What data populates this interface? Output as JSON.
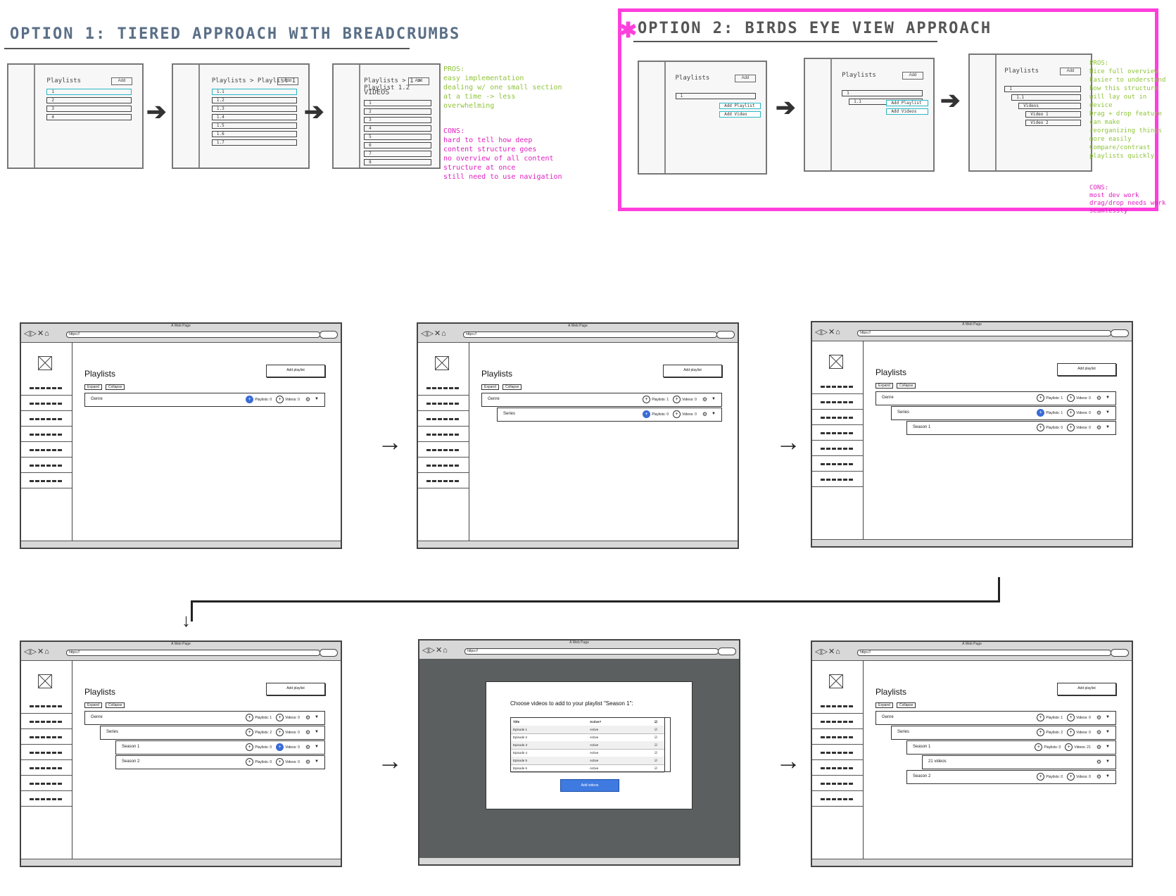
{
  "sketches": {
    "option1": {
      "title": "OPTION 1: TIERED APPROACH WITH BREADCRUMBS",
      "screens": [
        {
          "title": "Playlists",
          "button": "Add",
          "rows": [
            "1",
            "2",
            "3",
            "4"
          ]
        },
        {
          "title": "Playlists > Playlist 1",
          "button": "Add",
          "rows": [
            "1.1",
            "1.2",
            "1.3",
            "1.4",
            "1.5",
            "1.6",
            "1.7"
          ]
        },
        {
          "title": "Playlists > 1 > Playlist 1.2",
          "subtitle": "VIDEOS",
          "button": "Add",
          "rows": [
            "1",
            "2",
            "3",
            "4",
            "5",
            "6",
            "7",
            "8"
          ]
        }
      ],
      "pros_heading": "PROS:",
      "pros": [
        "easy implementation",
        "dealing w/ one small section at a time -> less overwhelming"
      ],
      "cons_heading": "CONS:",
      "cons": [
        "hard to tell how deep content structure goes",
        "no overview of all content structure at once",
        "still need to use navigation"
      ]
    },
    "option2": {
      "title": "OPTION 2: BIRDS EYE VIEW APPROACH",
      "screens": [
        {
          "title": "Playlists",
          "button": "Add",
          "rows": [
            "1"
          ],
          "menu": [
            "Add Playlist",
            "Add Video"
          ]
        },
        {
          "title": "Playlists",
          "button": "Add",
          "rows": [
            "1",
            "1.1"
          ],
          "menu": [
            "Add Playlist",
            "Add Videos"
          ]
        },
        {
          "title": "Playlists",
          "button": "Add",
          "rows": [
            "1",
            "1.1",
            "Videos",
            "Video 1",
            "Video 2"
          ]
        }
      ],
      "pros_heading": "PROS:",
      "pros": [
        "Nice full overview",
        "Easier to understand how this structure will lay out in device",
        "Drag + drop feature can make reorganizing things more easily",
        "Compare/contrast playlists quickly"
      ],
      "cons_heading": "CONS:",
      "cons": [
        "most dev work",
        "drag/drop needs work seamlessly"
      ]
    }
  },
  "wireframe": {
    "page_title": "A Web Page",
    "url": "https://",
    "heading": "Playlists",
    "add_button": "Add playlist",
    "expand": "Expand",
    "collapse": "Collapse"
  },
  "screens": [
    {
      "rows": [
        {
          "label": "Genre",
          "playlists": "Playlists: 0",
          "videos": "Videos: 0",
          "indent": 0,
          "active_plus": true
        }
      ]
    },
    {
      "rows": [
        {
          "label": "Genre",
          "playlists": "Playlists: 1",
          "videos": "Videos: 0",
          "indent": 0
        },
        {
          "label": "Series",
          "playlists": "Playlists: 0",
          "videos": "Videos: 0",
          "indent": 1,
          "active_plus": true
        }
      ]
    },
    {
      "rows": [
        {
          "label": "Genre",
          "playlists": "Playlists: 1",
          "videos": "Videos: 0",
          "indent": 0
        },
        {
          "label": "Series",
          "playlists": "Playlists: 1",
          "videos": "Videos: 0",
          "indent": 1,
          "active_plus": true
        },
        {
          "label": "Season 1",
          "playlists": "Playlists: 0",
          "videos": "Videos: 0",
          "indent": 2
        }
      ]
    },
    {
      "rows": [
        {
          "label": "Genre",
          "playlists": "Playlists: 1",
          "videos": "Videos: 0",
          "indent": 0
        },
        {
          "label": "Series",
          "playlists": "Playlists: 2",
          "videos": "Videos: 0",
          "indent": 1
        },
        {
          "label": "Season 1",
          "playlists": "Playlists: 0",
          "videos": "Videos: 0",
          "indent": 2,
          "active_videos": true
        },
        {
          "label": "Season 2",
          "playlists": "Playlists: 0",
          "videos": "Videos: 0",
          "indent": 2
        }
      ]
    },
    {
      "modal": {
        "title": "Choose videos to add to your playlist \"Season 1\":",
        "col_title": "Title",
        "col_active": "Active?",
        "rows": [
          {
            "title": "Episode 1",
            "active": "Active"
          },
          {
            "title": "Episode 2",
            "active": "Active"
          },
          {
            "title": "Episode 3",
            "active": "Active"
          },
          {
            "title": "Episode 4",
            "active": "Active"
          },
          {
            "title": "Episode 5",
            "active": "Active"
          },
          {
            "title": "Episode 6",
            "active": "Active"
          }
        ],
        "button": "Add videos"
      }
    },
    {
      "rows": [
        {
          "label": "Genre",
          "playlists": "Playlists: 1",
          "videos": "Videos: 0",
          "indent": 0
        },
        {
          "label": "Series",
          "playlists": "Playlists: 2",
          "videos": "Videos: 0",
          "indent": 1
        },
        {
          "label": "Season 1",
          "playlists": "Playlists: 0",
          "videos": "Videos: 21",
          "indent": 2
        },
        {
          "label": "21 videos",
          "indent": 3,
          "videos_only": true
        },
        {
          "label": "Season 2",
          "playlists": "Playlists: 0",
          "videos": "Videos: 0",
          "indent": 2
        }
      ]
    }
  ],
  "colors": {
    "highlight": "#ff3fdc",
    "pros": "#8fc43a",
    "cons": "#e020c0",
    "active": "#3a6bd6",
    "teal": "#2bb7c4"
  }
}
